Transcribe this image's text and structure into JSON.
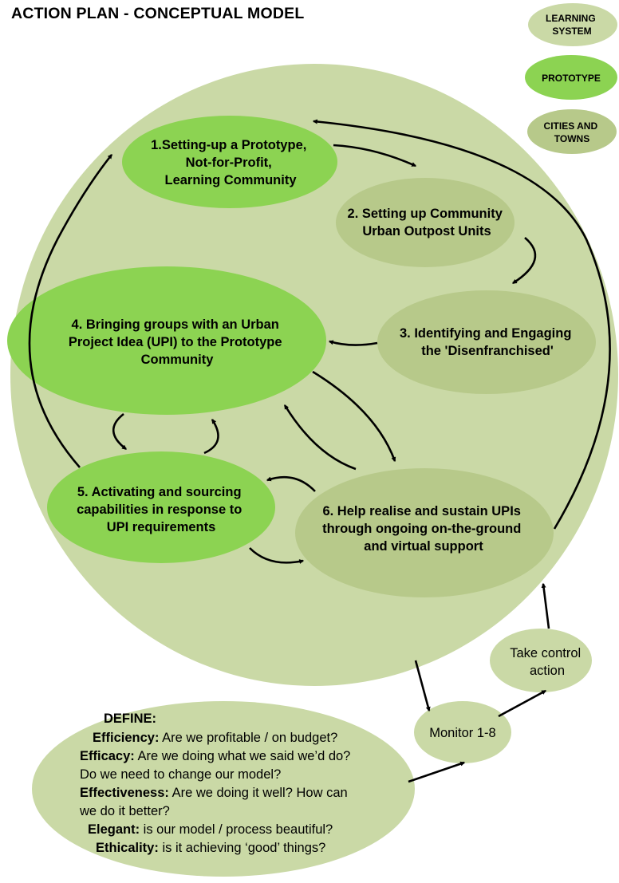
{
  "title": "ACTION PLAN - CONCEPTUAL MODEL",
  "colors": {
    "learning_system": "#cad9a6",
    "prototype": "#8cd352",
    "cities_and_towns": "#b7c98a",
    "outer_circle": "#cad9a6"
  },
  "legend": [
    {
      "id": "learning-system",
      "lines": [
        "LEARNING",
        "SYSTEM"
      ]
    },
    {
      "id": "prototype",
      "lines": [
        "PROTOTYPE"
      ]
    },
    {
      "id": "cities-and-towns",
      "lines": [
        "CITIES AND",
        "TOWNS"
      ]
    }
  ],
  "nodes": {
    "n1": [
      "1.Setting-up a Prototype,",
      "Not-for-Profit,",
      "Learning Community"
    ],
    "n2": [
      "2. Setting up Community",
      "Urban Outpost Units"
    ],
    "n3": [
      "3. Identifying and Engaging",
      "the 'Disenfranchised'"
    ],
    "n4": [
      "4. Bringing groups with an Urban",
      "Project Idea (UPI) to the Prototype",
      "Community"
    ],
    "n5": [
      "5. Activating and sourcing",
      "capabilities in response to",
      "UPI requirements"
    ],
    "n6": [
      "6. Help realise and sustain UPIs",
      "through ongoing on-the-ground",
      "and virtual support"
    ],
    "take_control": [
      "Take control",
      "action"
    ],
    "monitor": [
      "Monitor 1-8"
    ]
  },
  "define": {
    "heading": "DEFINE:",
    "efficiency_term": "Efficiency:",
    "efficiency_text": " Are we profitable / on budget?",
    "efficacy_term": "Efficacy:",
    "efficacy_text": " Are we doing what we said we’d do?",
    "efficacy_text2": "Do we need to change our model?",
    "effectiveness_term": "Effectiveness:",
    "effectiveness_text": " Are we doing it well? How can",
    "effectiveness_text2": "we do it better?",
    "elegant_term": "Elegant:",
    "elegant_text": " is our model / process beautiful?",
    "ethicality_term": "Ethicality:",
    "ethicality_text": " is it achieving ‘good’ things?"
  }
}
